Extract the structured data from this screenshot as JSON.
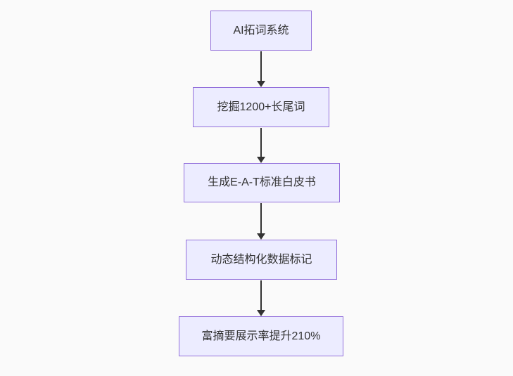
{
  "diagram": {
    "type": "flowchart",
    "direction": "top-down",
    "background_color": "#fafafa",
    "node_fill_color": "#ececff",
    "node_border_color": "#9370db",
    "node_text_color": "#333333",
    "arrow_color": "#333333",
    "nodes": [
      {
        "id": "A",
        "label": "AI拓词系统"
      },
      {
        "id": "B",
        "label": "挖掘1200+长尾词"
      },
      {
        "id": "C",
        "label": "生成E-A-T标准白皮书"
      },
      {
        "id": "D",
        "label": "动态结构化数据标记"
      },
      {
        "id": "E",
        "label": "富摘要展示率提升210%"
      }
    ],
    "edges": [
      {
        "from": "A",
        "to": "B"
      },
      {
        "from": "B",
        "to": "C"
      },
      {
        "from": "C",
        "to": "D"
      },
      {
        "from": "D",
        "to": "E"
      }
    ]
  }
}
